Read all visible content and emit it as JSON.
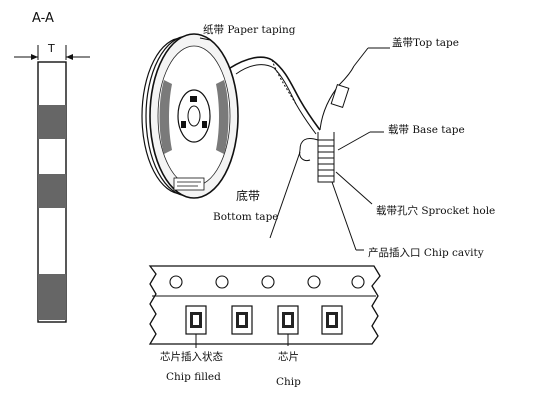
{
  "section_title": "A-A",
  "thickness_label": "T",
  "labels": {
    "paper_taping": "纸带 Paper taping",
    "top_tape": "盖带Top tape",
    "base_tape": "载带 Base tape",
    "bottom_tape_cn": "底带",
    "bottom_tape_en": "Bottom tape",
    "sprocket_hole": "载带孔穴  Sprocket hole",
    "chip_cavity": "产品插入口   Chip cavity",
    "chip_filled_cn": "芯片插入状态",
    "chip_filled_en": "Chip filled",
    "chip_cn": "芯片",
    "chip_en": "Chip"
  }
}
